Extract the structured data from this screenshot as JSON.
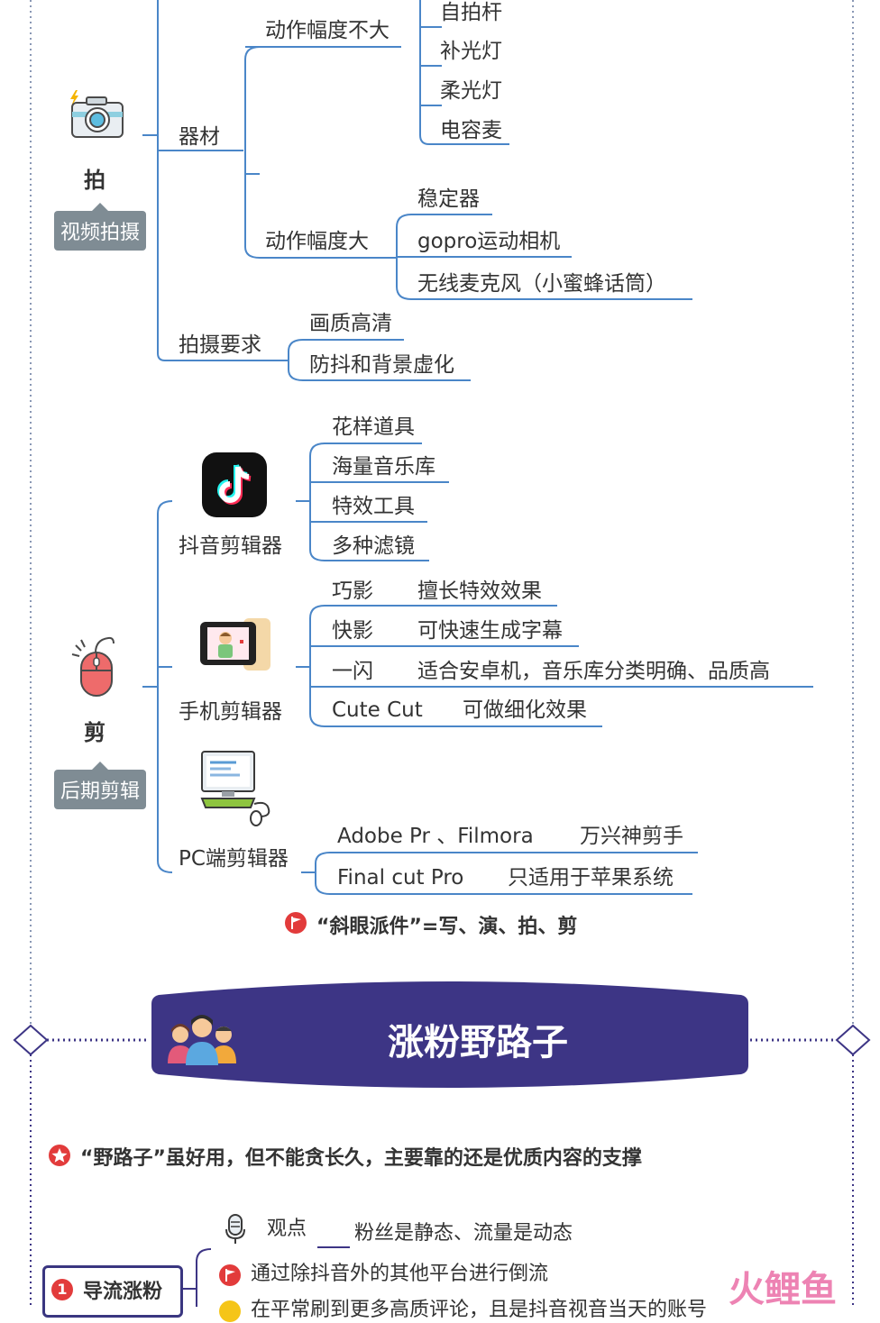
{
  "shoot": {
    "category": "拍",
    "tag": "视频拍摄",
    "equipment": {
      "label": "器材",
      "small_motion": {
        "label": "动作幅度不大",
        "items": [
          "自拍杆",
          "补光灯",
          "柔光灯",
          "电容麦"
        ]
      },
      "big_motion": {
        "label": "动作幅度大",
        "items": [
          "稳定器",
          "gopro运动相机",
          "无线麦克风（小蜜蜂话筒）"
        ]
      }
    },
    "requirements": {
      "label": "拍摄要求",
      "items": [
        "画质高清",
        "防抖和背景虚化"
      ]
    }
  },
  "edit": {
    "category": "剪",
    "tag": "后期剪辑",
    "douyin": {
      "label": "抖音剪辑器",
      "items": [
        "花样道具",
        "海量音乐库",
        "特效工具",
        "多种滤镜"
      ]
    },
    "mobile": {
      "label": "手机剪辑器",
      "apps": [
        {
          "name": "巧影",
          "desc": "擅长特效效果"
        },
        {
          "name": "快影",
          "desc": "可快速生成字幕"
        },
        {
          "name": "一闪",
          "desc": "适合安卓机，音乐库分类明确、品质高"
        },
        {
          "name": "Cute Cut",
          "desc": "可做细化效果"
        }
      ]
    },
    "pc": {
      "label": "PC端剪辑器",
      "apps": [
        {
          "name": "Adobe Pr 、Filmora",
          "desc": "万兴神剪手"
        },
        {
          "name": "Final cut Pro",
          "desc": "只适用于苹果系统"
        }
      ]
    }
  },
  "summary_note": "“斜眼派件”=写、演、拍、剪",
  "section": {
    "title": "涨粉野路子",
    "note": "“野路子”虽好用，但不能贪长久，主要靠的还是优质内容的支撑"
  },
  "guide": {
    "number": "1",
    "label": "导流涨粉",
    "viewpoint_label": "观点",
    "viewpoint_text": "粉丝是静态、流量是动态",
    "item2": "通过除抖音外的其他平台进行倒流",
    "item3": "在平常刷到更多高质评论，且是抖音视音当天的账号"
  },
  "watermark": "火鲤鱼",
  "colors": {
    "branch": "#4a86c8",
    "banner": "#3d3585",
    "tag": "#7f8c94",
    "flag": "#e23b3b"
  }
}
